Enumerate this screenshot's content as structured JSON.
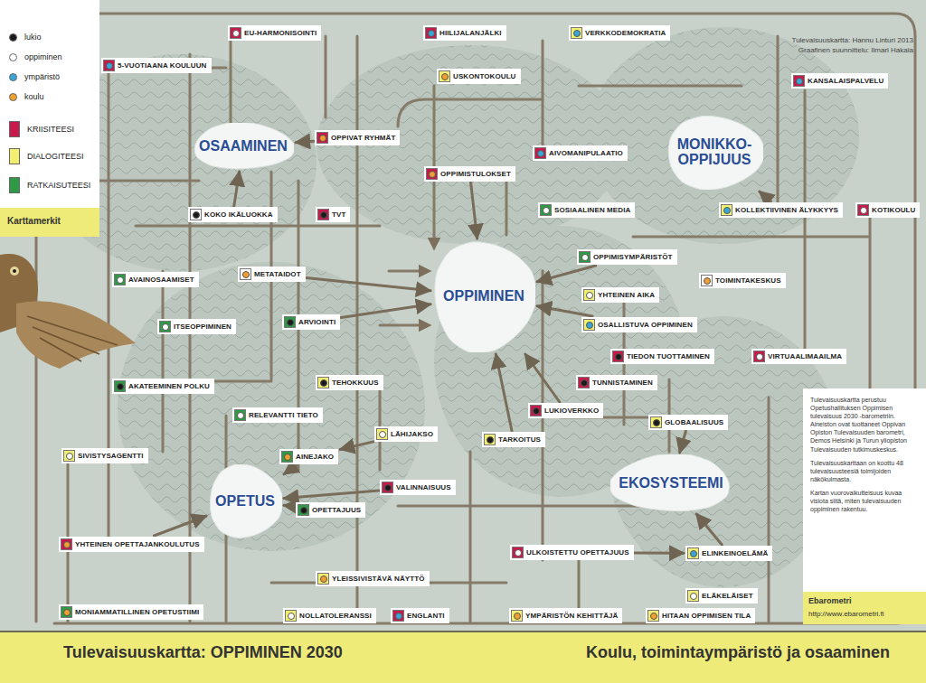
{
  "diagram": {
    "title": "Tulevaisuuskartta: OPPIMINEN 2030",
    "caption": "Koulu, toimintaympäristö ja osaaminen",
    "nodes": [
      {
        "text": [
          "EU-HARMONISOINTI"
        ]
      },
      {
        "text": [
          "HIILIJALANJÄLKI"
        ]
      },
      {
        "text": [
          "VERKKODEMOKRATIA"
        ]
      },
      {
        "text": [
          "5-VUOTIAANA KOULUUN"
        ]
      },
      {
        "text": [
          "USKONTOKOULU"
        ]
      },
      {
        "text": [
          "KANSALAISPALVELU"
        ]
      },
      {
        "text": [
          "OPPIVAT RYHMÄT"
        ]
      },
      {
        "text": [
          "OSAAMINEN"
        ]
      },
      {
        "text": [
          "MONIKKO- OPPIJUUS"
        ]
      },
      {
        "text": [
          "AIVOMANIPULAATIO"
        ]
      },
      {
        "text": [
          "OPPIMISTULOKSET"
        ]
      },
      {
        "text": [
          "SOSIAALINEN MEDIA"
        ]
      },
      {
        "text": [
          "KOLLEKTIIVINEN ÄLYKKYYS"
        ]
      },
      {
        "text": [
          "KOTIKOULU"
        ]
      },
      {
        "text": [
          "KOKO IKÄLUOKKA"
        ]
      },
      {
        "text": [
          "TVT"
        ]
      },
      {
        "text": [
          "OPPIMISYMPÄRISTÖT"
        ]
      },
      {
        "text": [
          "METATAIDOT"
        ]
      },
      {
        "text": [
          "AVAINOSAAMISET"
        ]
      },
      {
        "text": [
          "TOIMINTAKESKUS"
        ]
      },
      {
        "text": [
          "YHTEINEN AIKA"
        ]
      },
      {
        "text": [
          "OPPIMINEN"
        ]
      },
      {
        "text": [
          "ARVIOINTI"
        ]
      },
      {
        "text": [
          "OSALLISTUVA OPPIMINEN"
        ]
      },
      {
        "text": [
          "ITSEOPPIMINEN"
        ]
      },
      {
        "text": [
          "TIEDON TUOTTAMINEN"
        ]
      },
      {
        "text": [
          "VIRTUAALIMAAILMA"
        ]
      },
      {
        "text": [
          "TUNNISTAMINEN"
        ]
      },
      {
        "text": [
          "TEHOKKUUS"
        ]
      },
      {
        "text": [
          "AKATEEMINEN POLKU"
        ]
      },
      {
        "text": [
          "LUKIOVERKKO"
        ]
      },
      {
        "text": [
          "RELEVANTTI TIETO"
        ]
      },
      {
        "text": [
          "GLOBAALISUUS"
        ]
      },
      {
        "text": [
          "LÄHIJAKSO"
        ]
      },
      {
        "text": [
          "TARKOITUS"
        ]
      },
      {
        "text": [
          "SIVISTYSAGENTTI"
        ]
      },
      {
        "text": [
          "AINEJAKO"
        ]
      },
      {
        "text": [
          "EKOSYSTEEMI"
        ]
      },
      {
        "text": [
          "VALINNAISUUS"
        ]
      },
      {
        "text": [
          "OPETUS"
        ]
      },
      {
        "text": [
          "OPETTAJUUS"
        ]
      },
      {
        "text": [
          "YHTEINEN OPETTAJANKOULUTUS"
        ]
      },
      {
        "text": [
          "ULKOISTETTU OPETTAJUUS"
        ]
      },
      {
        "text": [
          "ELINKEINOELÄMÄ"
        ]
      },
      {
        "text": [
          "YLEISSIVISTÄVÄ NÄYTTÖ"
        ]
      },
      {
        "text": [
          "ELÄKELÄISET"
        ]
      },
      {
        "text": [
          "MONIAMMATILLINEN OPETUSTIIMI"
        ]
      },
      {
        "text": [
          "NOLLATOLERANSSI"
        ]
      },
      {
        "text": [
          "ENGLANTI"
        ]
      },
      {
        "text": [
          "YMPÄRISTÖN KEHITTÄJÄ"
        ]
      },
      {
        "text": [
          "HITAAN OPPIMISEN TILA"
        ]
      }
    ],
    "edges": [
      {
        "from": 10,
        "to": 21,
        "arrow": "to"
      },
      {
        "from": 34,
        "to": 21,
        "arrow": "to"
      },
      {
        "from": 30,
        "to": 21,
        "arrow": "to"
      },
      {
        "from": 23,
        "to": 21,
        "arrow": "to"
      },
      {
        "from": 16,
        "to": 21,
        "arrow": "to"
      },
      {
        "from": 17,
        "to": 21,
        "arrow": "to"
      },
      {
        "from": 22,
        "to": 21,
        "arrow": "to"
      },
      {
        "from": 40,
        "to": 39,
        "arrow": "to"
      },
      {
        "from": 36,
        "to": 39,
        "arrow": "to"
      },
      {
        "from": 41,
        "to": 39,
        "arrow": "to"
      },
      {
        "from": 38,
        "to": 39,
        "arrow": "to"
      },
      {
        "from": 14,
        "to": 7,
        "arrow": "to"
      },
      {
        "from": 6,
        "to": 7,
        "arrow": "to"
      },
      {
        "from": 12,
        "to": 8,
        "arrow": "to"
      },
      {
        "from": 32,
        "to": 37,
        "arrow": "to"
      },
      {
        "from": 43,
        "to": 37,
        "arrow": "to"
      },
      {
        "from": 42,
        "to": 43,
        "arrow": "to"
      },
      {
        "from": 33,
        "to": 36,
        "arrow": "to"
      }
    ],
    "labels": [
      "Karttamerkit",
      "Tulevaisuuskartta: Hannu Linturi 2013",
      "Graafinen suunnittelu: Ilmari Hakala",
      "Tulevaisuuskartta perustuu Opetushallituksen Oppimisen tulevaisuus 2030 -barometriin. Aineiston ovat tuottaneet Oppivan Opiston Tulevaisuuden barometri, Demos Helsinki ja Turun yliopiston Tulevaisuuden tutkimuskeskus.",
      "Tulevaisuuskarttaan on koottu 48 tulevaisuusteesiä toimijoiden näkökulmasta.",
      "Kartan vuorovaikutteisuus kuvaa visiota siitä, miten tulevaisuuden oppiminen rakentuu.",
      "Ebarometri",
      "http://www.ebarometri.fi"
    ],
    "legend": [
      {
        "text": "lukio",
        "color": "#1a1a1a"
      },
      {
        "text": "oppiminen",
        "color": "#ffffff"
      },
      {
        "text": "ympäristö",
        "color": "#3aa6d6"
      },
      {
        "text": "koulu",
        "color": "#f0a030"
      },
      {
        "text": "KRIISITEESI",
        "color": "#c8194b"
      },
      {
        "text": "DIALOGITEESI",
        "color": "#f2ef70"
      },
      {
        "text": "RATKAISUTEESI",
        "color": "#2e9a46"
      }
    ]
  }
}
